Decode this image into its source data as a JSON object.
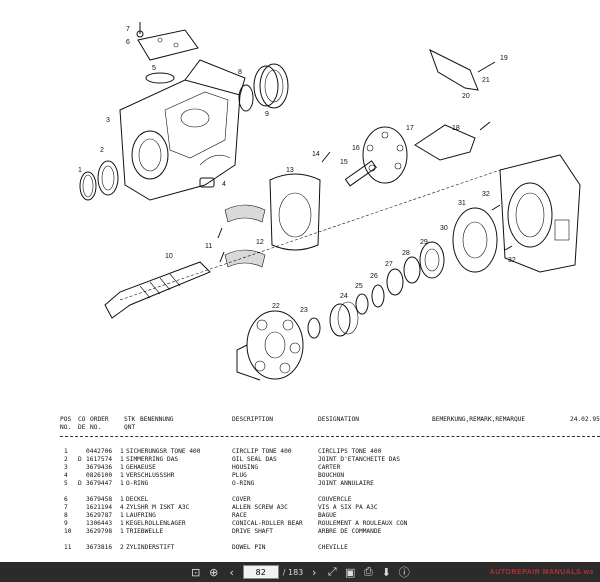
{
  "diagram": {
    "callouts": [
      "1",
      "2",
      "3",
      "4",
      "5",
      "6",
      "7",
      "8",
      "9",
      "10",
      "11",
      "12",
      "13",
      "14",
      "15",
      "16",
      "17",
      "18",
      "19",
      "20",
      "21",
      "22",
      "23",
      "24",
      "25",
      "26",
      "27",
      "28",
      "29",
      "30",
      "31",
      "32",
      "32"
    ]
  },
  "table": {
    "headers": {
      "pos": "POS",
      "no": "NO.",
      "co": "CO",
      "de": "DE",
      "order": "ORDER",
      "order_no": "NO.",
      "stk": "STK",
      "qnt": "QNT",
      "benennung": "BENENNUNG",
      "description": "DESCRIPTION",
      "designation": "DESIGNATION",
      "bemerkung": "BEMERKUNG,REMARK,REMARQUE",
      "date": "24.02.95"
    },
    "rows": [
      {
        "pos": "1",
        "code": "",
        "order": "0442706",
        "qty": "1",
        "de": "SICHERUNGSR TONE 400",
        "en": "CIRCLIP TONE 400",
        "fr": "CIRCLIPS TONE 400"
      },
      {
        "pos": "2",
        "code": "D",
        "order": "1617574",
        "qty": "1",
        "de": "SIMMERRING DAS",
        "en": "OIL SEAL DAS",
        "fr": "JOINT D'ETANCHEITE DAS"
      },
      {
        "pos": "3",
        "code": "",
        "order": "3679436",
        "qty": "1",
        "de": "GEHAEUSE",
        "en": "HOUSING",
        "fr": "CARTER"
      },
      {
        "pos": "4",
        "code": "",
        "order": "0826100",
        "qty": "1",
        "de": "VERSCHLUSSSHR",
        "en": "PLUG",
        "fr": "BOUCHON"
      },
      {
        "pos": "5",
        "code": "D",
        "order": "3679447",
        "qty": "1",
        "de": "O-RING",
        "en": "O-RING",
        "fr": "JOINT ANNULAIRE"
      },
      {
        "pos": "6",
        "code": "",
        "order": "3679458",
        "qty": "1",
        "de": "DECKEL",
        "en": "COVER",
        "fr": "COUVERCLE"
      },
      {
        "pos": "7",
        "code": "",
        "order": "1621194",
        "qty": "4",
        "de": "ZYLSHR M ISKT A3C",
        "en": "ALLEN SCREW A3C",
        "fr": "VIS A SIX PA A3C"
      },
      {
        "pos": "8",
        "code": "",
        "order": "3629787",
        "qty": "1",
        "de": "LAUFRING",
        "en": "RACE",
        "fr": "BAGUE"
      },
      {
        "pos": "9",
        "code": "",
        "order": "1306443",
        "qty": "1",
        "de": "KEGELROLLENLAGER",
        "en": "CONICAL-ROLLER BEAR",
        "fr": "ROULEMENT A ROULEAUX CON"
      },
      {
        "pos": "10",
        "code": "",
        "order": "3629798",
        "qty": "1",
        "de": "TRIEBWELLE",
        "en": "DRIVE SHAFT",
        "fr": "ARBRE DE COMMANDE"
      },
      {
        "pos": "11",
        "code": "",
        "order": "3673816",
        "qty": "2",
        "de": "ZYLINDERSTIFT",
        "en": "DOWEL PIN",
        "fr": "CHEVILLE"
      }
    ]
  },
  "toolbar": {
    "page_current": "82",
    "page_total": "/ 183",
    "icons": [
      "fit-page-icon",
      "zoom-icon",
      "print-icon",
      "save-icon",
      "prev-page-icon",
      "next-page-icon",
      "fullscreen-icon",
      "download-icon",
      "info-icon"
    ]
  },
  "watermark": "AUTOREPAIR MANUALS.ws"
}
